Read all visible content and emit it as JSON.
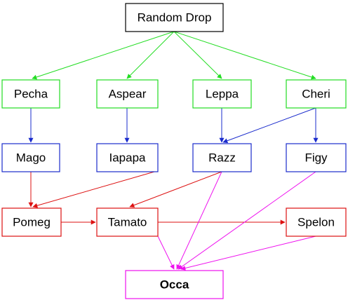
{
  "colors": {
    "black": "#000000",
    "green": "#22dd22",
    "blue": "#1a2bcc",
    "red": "#dd1111",
    "magenta": "#ee11ee"
  },
  "nodes": [
    {
      "id": "random-drop",
      "label": "Random Drop",
      "color": "black",
      "bold": false
    },
    {
      "id": "pecha",
      "label": "Pecha",
      "color": "green",
      "bold": false
    },
    {
      "id": "aspear",
      "label": "Aspear",
      "color": "green",
      "bold": false
    },
    {
      "id": "leppa",
      "label": "Leppa",
      "color": "green",
      "bold": false
    },
    {
      "id": "cheri",
      "label": "Cheri",
      "color": "green",
      "bold": false
    },
    {
      "id": "mago",
      "label": "Mago",
      "color": "blue",
      "bold": false
    },
    {
      "id": "iapapa",
      "label": "Iapapa",
      "color": "blue",
      "bold": false
    },
    {
      "id": "razz",
      "label": "Razz",
      "color": "blue",
      "bold": false
    },
    {
      "id": "figy",
      "label": "Figy",
      "color": "blue",
      "bold": false
    },
    {
      "id": "pomeg",
      "label": "Pomeg",
      "color": "red",
      "bold": false
    },
    {
      "id": "tamato",
      "label": "Tamato",
      "color": "red",
      "bold": false
    },
    {
      "id": "spelon",
      "label": "Spelon",
      "color": "red",
      "bold": false
    },
    {
      "id": "occa",
      "label": "Occa",
      "color": "magenta",
      "bold": true
    }
  ],
  "edges": [
    {
      "from": "random-drop",
      "to": "pecha",
      "color": "green"
    },
    {
      "from": "random-drop",
      "to": "aspear",
      "color": "green"
    },
    {
      "from": "random-drop",
      "to": "leppa",
      "color": "green"
    },
    {
      "from": "random-drop",
      "to": "cheri",
      "color": "green"
    },
    {
      "from": "pecha",
      "to": "mago",
      "color": "blue"
    },
    {
      "from": "aspear",
      "to": "iapapa",
      "color": "blue"
    },
    {
      "from": "leppa",
      "to": "razz",
      "color": "blue"
    },
    {
      "from": "cheri",
      "to": "razz",
      "color": "blue"
    },
    {
      "from": "cheri",
      "to": "figy",
      "color": "blue"
    },
    {
      "from": "mago",
      "to": "pomeg",
      "color": "red"
    },
    {
      "from": "iapapa",
      "to": "pomeg",
      "color": "red"
    },
    {
      "from": "razz",
      "to": "tamato",
      "color": "red"
    },
    {
      "from": "pomeg",
      "to": "tamato",
      "color": "red"
    },
    {
      "from": "tamato",
      "to": "spelon",
      "color": "red"
    },
    {
      "from": "razz",
      "to": "occa",
      "color": "magenta"
    },
    {
      "from": "figy",
      "to": "occa",
      "color": "magenta"
    },
    {
      "from": "tamato",
      "to": "occa",
      "color": "magenta"
    },
    {
      "from": "spelon",
      "to": "occa",
      "color": "magenta"
    }
  ]
}
